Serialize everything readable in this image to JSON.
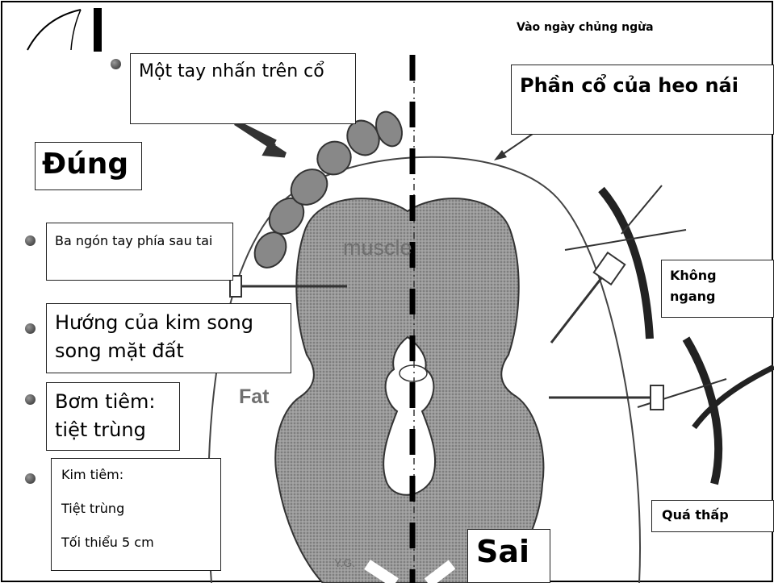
{
  "header": {
    "top_right_title": "Vào ngày chủng ngừa"
  },
  "labels": {
    "one_hand": "Một tay nhấn trên cổ",
    "neck_of_sow": "Phần cổ của heo nái",
    "correct": "Đúng",
    "three_fingers": "Ba ngón tay phía sau tai",
    "needle_direction": "Hướng của kim song song mặt đất",
    "syringe": "Bơm tiêm: tiệt trùng",
    "needle_title": "Kim tiêm:",
    "needle_sterile": "Tiệt trùng",
    "needle_min": "Tối thiểu 5 cm",
    "not_horizontal": "Không ngang",
    "too_low": "Quá thấp",
    "wrong": "Sai"
  },
  "diagram_text": {
    "muscle": "muscle",
    "fat": "Fat",
    "signature": "Y.G."
  },
  "colors": {
    "frame": "#000000",
    "tissue_fill": "#8a8a8a",
    "diagram_line": "#555555"
  }
}
